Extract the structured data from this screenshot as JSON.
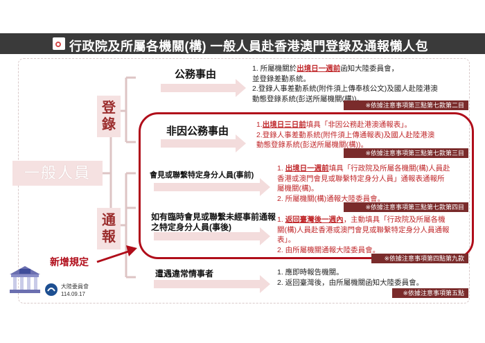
{
  "title": "行政院及所屬各機關(構) 一般人員赴香港澳門登錄及通報懶人包",
  "main_category": "一般人員",
  "categories": {
    "register": "登錄",
    "report": "通報"
  },
  "new_rule": "新增規定",
  "footer": {
    "org": "大陸委員會",
    "date": "114.09.17"
  },
  "items": [
    {
      "label": "公務事由",
      "lines": [
        [
          {
            "t": "1. 所屬機關於"
          },
          {
            "t": "出境日一週前",
            "s": "hl"
          },
          {
            "t": "函知大陸委員會，"
          }
        ],
        [
          {
            "t": "並登錄差勤系統。"
          }
        ],
        [
          {
            "t": "2.登錄人事差勤系統(附件須上傳奉核公文)及國人赴陸港澳"
          }
        ],
        [
          {
            "t": "動態登錄系統(彭送所屬機關(構))。"
          }
        ]
      ],
      "ref": "※依據注意事項第三點第七款第二目"
    },
    {
      "label": "非因公務事由",
      "lines": [
        [
          {
            "t": "1.",
            "s": "red"
          },
          {
            "t": "出境日三日前",
            "s": "hl"
          },
          {
            "t": "填具「非因公務赴港澳通報表」。",
            "s": "red"
          }
        ],
        [
          {
            "t": "2.登錄人事差勤系統(附件須上傳通報表)及國人赴陸港澳",
            "s": "red"
          }
        ],
        [
          {
            "t": "動態登錄系統(彭送所屬機關(構))。",
            "s": "red"
          }
        ]
      ],
      "ref": "※依據注意事項第三點第七款第三目"
    },
    {
      "label": "會見或聯繫特定身分人員(事前)",
      "lines": [
        [
          {
            "t": "1. ",
            "s": "red"
          },
          {
            "t": "出境日一週前",
            "s": "hl"
          },
          {
            "t": "填具「行政院及所屬各機關(構)人員赴",
            "s": "red"
          }
        ],
        [
          {
            "t": "香港或澳門會見或聯繫特定身分人員」通報表通報所",
            "s": "red"
          }
        ],
        [
          {
            "t": "屬機關(構)。",
            "s": "red"
          }
        ],
        [
          {
            "t": "2. 所屬機關(構)通報大陸委員會。",
            "s": "red"
          }
        ]
      ],
      "ref": "※依據注意事項第三點第七款第四目"
    },
    {
      "label": "如有臨時會見或聯繫未經事前通報之特定身分人員(事後)",
      "lines": [
        [
          {
            "t": "1. ",
            "s": "red"
          },
          {
            "t": "返回臺灣後一週內",
            "s": "hl"
          },
          {
            "t": "，主動填具「行政院及所屬各機",
            "s": "red"
          }
        ],
        [
          {
            "t": "關(構)人員赴香港或澳門會見或聯繫特定身分人員通報",
            "s": "red"
          }
        ],
        [
          {
            "t": "表」。",
            "s": "red"
          }
        ],
        [
          {
            "t": "2. 由所屬機關通報大陸委員會。",
            "s": "red"
          }
        ]
      ],
      "ref": "※依據注意事項第四點第九款"
    },
    {
      "label": "遭遇違常情事者",
      "lines": [
        [
          {
            "t": "1. 應即時報告機關。"
          }
        ],
        [
          {
            "t": "2. 返回臺灣後，由所屬機關函知大陸委員會。"
          }
        ]
      ],
      "ref": "※依據注意事項第五點"
    }
  ]
}
